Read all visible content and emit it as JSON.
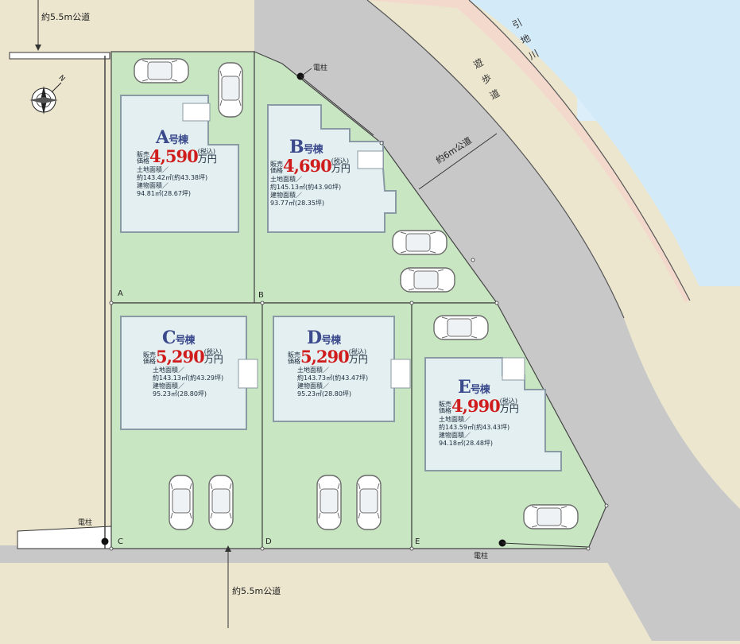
{
  "roads": {
    "top_left": "約5.5m公道",
    "bottom": "約5.5m公道",
    "diagonal": "約6m公道"
  },
  "river": {
    "name": "引地川"
  },
  "walkway": {
    "name": "遊歩道"
  },
  "compass": {
    "north": "N"
  },
  "utility_pole_label": "電柱",
  "lot_labels": [
    "A",
    "B",
    "C",
    "D",
    "E"
  ],
  "houses": [
    {
      "id": "A",
      "suffix": "号棟",
      "price_label": "販売価格",
      "price": "4,590",
      "unit": "万円",
      "tax": "(税込)",
      "land_label": "土地面積／",
      "land_area": "約143.42㎡(約43.38坪)",
      "building_label": "建物面積／",
      "building_area": "94.81㎡(28.67坪)"
    },
    {
      "id": "B",
      "suffix": "号棟",
      "price_label": "販売価格",
      "price": "4,690",
      "unit": "万円",
      "tax": "(税込)",
      "land_label": "土地面積／",
      "land_area": "約145.13㎡(約43.90坪)",
      "building_label": "建物面積／",
      "building_area": "93.77㎡(28.35坪)"
    },
    {
      "id": "C",
      "suffix": "号棟",
      "price_label": "販売価格",
      "price": "5,290",
      "unit": "万円",
      "tax": "(税込)",
      "land_label": "土地面積／",
      "land_area": "約143.13㎡(約43.29坪)",
      "building_label": "建物面積／",
      "building_area": "95.23㎡(28.80坪)"
    },
    {
      "id": "D",
      "suffix": "号棟",
      "price_label": "販売価格",
      "price": "5,290",
      "unit": "万円",
      "tax": "(税込)",
      "land_label": "土地面積／",
      "land_area": "約143.73㎡(約43.47坪)",
      "building_label": "建物面積／",
      "building_area": "95.23㎡(28.80坪)"
    },
    {
      "id": "E",
      "suffix": "号棟",
      "price_label": "販売価格",
      "price": "4,990",
      "unit": "万円",
      "tax": "(税込)",
      "land_label": "土地面積／",
      "land_area": "約143.59㎡(約43.43坪)",
      "building_label": "建物面積／",
      "building_area": "94.18㎡(28.48坪)"
    }
  ],
  "colors": {
    "lot": "#c9e6c2",
    "road": "#c8c8c8",
    "river": "#dbeefa",
    "building": "#e4eff1",
    "price": "#d01c1c",
    "title": "#3b4a8c"
  }
}
